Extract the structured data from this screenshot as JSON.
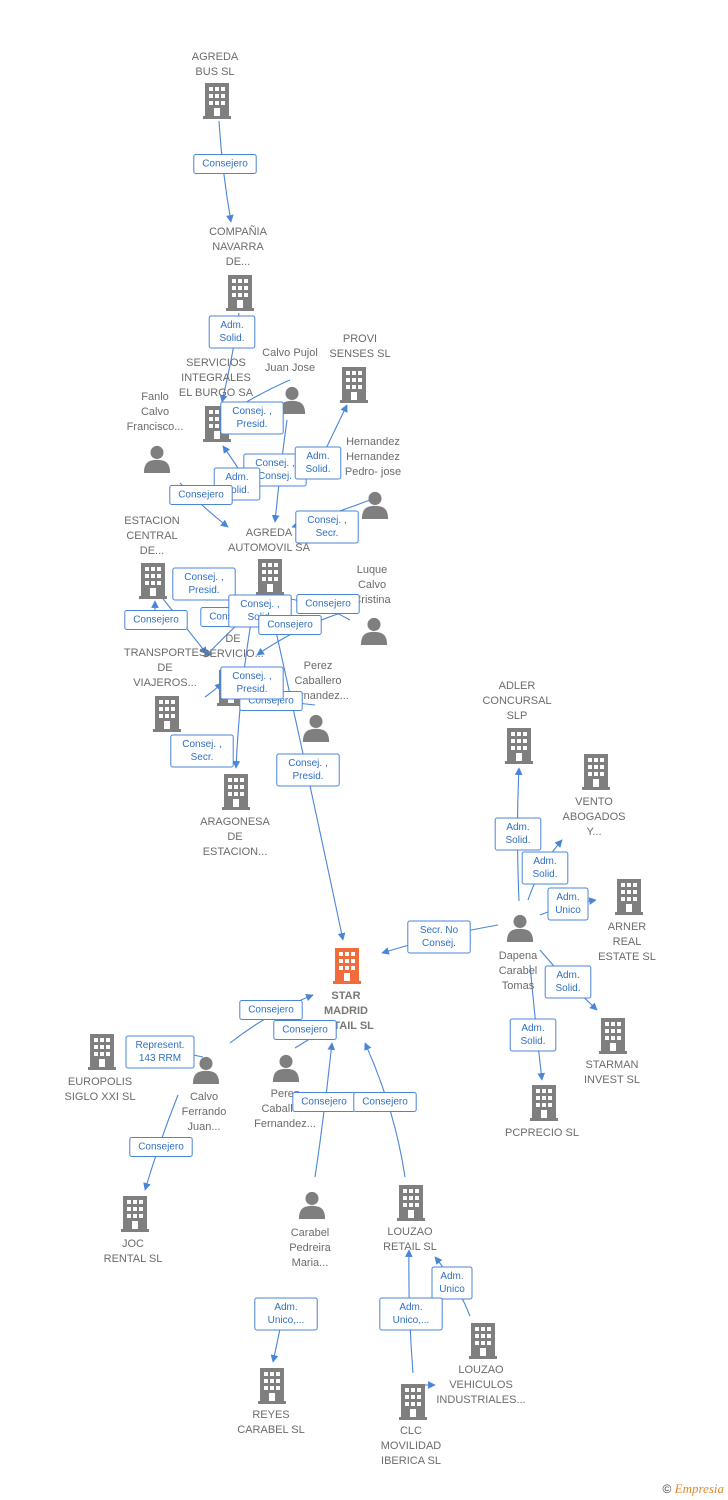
{
  "colors": {
    "edge": "#4a86d8",
    "node": "#7f7f7f",
    "center": "#f26b3a",
    "label_text": "#6b6b6b"
  },
  "nodes": [
    {
      "id": "agreda_bus",
      "type": "company",
      "lines": [
        "AGREDA",
        "BUS  SL"
      ]
    },
    {
      "id": "compania_navarra",
      "type": "company",
      "lines": [
        "COMPAÑIA",
        "NAVARRA",
        "DE..."
      ]
    },
    {
      "id": "servicios_integrales",
      "type": "company",
      "lines": [
        "SERVICIOS",
        "INTEGRALES",
        "EL BURGO SA"
      ]
    },
    {
      "id": "calvo_pujol",
      "type": "person",
      "lines": [
        "Calvo Pujol",
        "Juan Jose"
      ]
    },
    {
      "id": "provi_senses",
      "type": "company",
      "lines": [
        "PROVI",
        "SENSES  SL"
      ]
    },
    {
      "id": "fanlo_calvo",
      "type": "person",
      "lines": [
        "Fanlo",
        "Calvo",
        "Francisco..."
      ]
    },
    {
      "id": "hernandez",
      "type": "person",
      "lines": [
        "Hernandez",
        "Hernandez",
        "Pedro- jose"
      ]
    },
    {
      "id": "estacion_central",
      "type": "company",
      "lines": [
        "ESTACION",
        "CENTRAL",
        "DE..."
      ]
    },
    {
      "id": "agreda_automovil",
      "type": "company",
      "lines": [
        "AGREDA",
        "AUTOMOVIL SA"
      ]
    },
    {
      "id": "luque_calvo",
      "type": "person",
      "lines": [
        "Luque",
        "Calvo",
        "Cristina"
      ]
    },
    {
      "id": "de_servicio",
      "type": "company",
      "lines": [
        "DE",
        "SERVICIO..."
      ]
    },
    {
      "id": "transportes",
      "type": "company",
      "lines": [
        "TRANSPORTES",
        "DE",
        "VIAJEROS..."
      ]
    },
    {
      "id": "perez_caballero_top",
      "type": "person",
      "lines": [
        "Perez",
        "Caballero",
        "Fernandez..."
      ]
    },
    {
      "id": "aragonesa",
      "type": "company",
      "lines": [
        "ARAGONESA",
        "DE",
        "ESTACION..."
      ]
    },
    {
      "id": "adler",
      "type": "company",
      "lines": [
        "ADLER",
        "CONCURSAL",
        "SLP"
      ]
    },
    {
      "id": "vento",
      "type": "company",
      "lines": [
        "VENTO",
        "ABOGADOS",
        "Y..."
      ]
    },
    {
      "id": "arner",
      "type": "company",
      "lines": [
        "ARNER",
        "REAL",
        "ESTATE  SL"
      ]
    },
    {
      "id": "dapena",
      "type": "person",
      "lines": [
        "Dapena",
        "Carabel",
        "Tomas"
      ]
    },
    {
      "id": "star_madrid",
      "type": "center",
      "lines": [
        "STAR",
        "MADRID",
        "RETAIL  SL"
      ]
    },
    {
      "id": "starman",
      "type": "company",
      "lines": [
        "STARMAN",
        "INVEST  SL"
      ]
    },
    {
      "id": "europolis",
      "type": "company",
      "lines": [
        "EUROPOLIS",
        "SIGLO XXI  SL"
      ]
    },
    {
      "id": "calvo_ferrando",
      "type": "person",
      "lines": [
        "Calvo",
        "Ferrando",
        "Juan..."
      ]
    },
    {
      "id": "perez_caballero_bot",
      "type": "person",
      "lines": [
        "Perez",
        "Caballero",
        "Fernandez..."
      ]
    },
    {
      "id": "pcprecio",
      "type": "company",
      "lines": [
        "PCPRECIO  SL"
      ]
    },
    {
      "id": "joc_rental",
      "type": "company",
      "lines": [
        "JOC",
        "RENTAL  SL"
      ]
    },
    {
      "id": "carabel_pedreira",
      "type": "person",
      "lines": [
        "Carabel",
        "Pedreira",
        "Maria..."
      ]
    },
    {
      "id": "louzao_retail",
      "type": "company",
      "lines": [
        "LOUZAO",
        "RETAIL  SL"
      ]
    },
    {
      "id": "louzao_vehiculos",
      "type": "company",
      "lines": [
        "LOUZAO",
        "VEHICULOS",
        "INDUSTRIALES..."
      ]
    },
    {
      "id": "reyes_carabel",
      "type": "company",
      "lines": [
        "REYES",
        "CARABEL SL"
      ]
    },
    {
      "id": "clc_movilidad",
      "type": "company",
      "lines": [
        "CLC",
        "MOVILIDAD",
        "IBERICA  SL"
      ]
    }
  ],
  "edges": [
    {
      "from": "agreda_bus",
      "to": "compania_navarra",
      "lines": [
        "Consejero"
      ]
    },
    {
      "from": "compania_navarra",
      "to": "servicios_integrales",
      "lines": [
        "Adm.",
        "Solid."
      ]
    },
    {
      "from": "calvo_pujol",
      "to": "servicios_integrales",
      "lines": [
        "Consej. ,",
        "Presid."
      ]
    },
    {
      "from": "calvo_pujol",
      "to": "agreda_automovil",
      "lines": [
        "Consej. ,",
        "Consej."
      ]
    },
    {
      "from": "hernandez",
      "to": "provi_senses",
      "lines": [
        "Adm.",
        "Solid."
      ]
    },
    {
      "from": "calvo_pujol",
      "to": "servicios_integrales",
      "lines": [
        "Adm.",
        "Solid."
      ]
    },
    {
      "from": "fanlo_calvo",
      "to": "agreda_automovil",
      "lines": [
        "Consejero"
      ]
    },
    {
      "from": "hernandez",
      "to": "agreda_automovil",
      "lines": [
        "Consej. ,",
        "Secr."
      ]
    },
    {
      "from": "estacion_central",
      "to": "de_servicio",
      "lines": [
        "Consej. ,",
        "Presid."
      ]
    },
    {
      "from": "transportes",
      "to": "estacion_central",
      "lines": [
        "Consejero"
      ]
    },
    {
      "from": "luque_calvo",
      "to": "agreda_automovil",
      "lines": [
        "Consejero"
      ]
    },
    {
      "from": "agreda_automovil",
      "to": "de_servicio",
      "lines": [
        "Consejero"
      ]
    },
    {
      "from": "luque_calvo",
      "to": "de_servicio",
      "lines": [
        "Consej. ,",
        "Solid."
      ]
    },
    {
      "from": "perez_caballero_top",
      "to": "de_servicio",
      "lines": [
        "Consejero"
      ]
    },
    {
      "from": "transportes",
      "to": "de_servicio",
      "lines": [
        "Consej. ,",
        "Presid."
      ]
    },
    {
      "from": "perez_caballero_top",
      "to": "transportes",
      "lines": [
        "Consejero"
      ]
    },
    {
      "from": "agreda_automovil",
      "to": "aragonesa",
      "lines": [
        "Consej. ,",
        "Secr."
      ]
    },
    {
      "from": "agreda_automovil",
      "to": "star_madrid",
      "lines": [
        "Consej. ,",
        "Presid."
      ]
    },
    {
      "from": "dapena",
      "to": "adler",
      "lines": [
        "Adm.",
        "Solid."
      ]
    },
    {
      "from": "dapena",
      "to": "vento",
      "lines": [
        "Adm.",
        "Solid."
      ]
    },
    {
      "from": "dapena",
      "to": "arner",
      "lines": [
        "Adm.",
        "Unico"
      ]
    },
    {
      "from": "dapena",
      "to": "star_madrid",
      "lines": [
        "Secr.  No",
        "Consej."
      ]
    },
    {
      "from": "dapena",
      "to": "starman",
      "lines": [
        "Adm.",
        "Solid."
      ]
    },
    {
      "from": "dapena",
      "to": "pcprecio",
      "lines": [
        "Adm.",
        "Solid."
      ]
    },
    {
      "from": "calvo_ferrando",
      "to": "star_madrid",
      "lines": [
        "Consejero"
      ]
    },
    {
      "from": "calvo_ferrando",
      "to": "europolis",
      "lines": [
        "Represent.",
        "143 RRM"
      ]
    },
    {
      "from": "perez_caballero_bot",
      "to": "star_madrid",
      "lines": [
        "Consejero"
      ]
    },
    {
      "from": "calvo_ferrando",
      "to": "joc_rental",
      "lines": [
        "Consejero"
      ]
    },
    {
      "from": "carabel_pedreira",
      "to": "star_madrid",
      "lines": [
        "Consejero"
      ]
    },
    {
      "from": "louzao_retail",
      "to": "star_madrid",
      "lines": [
        "Consejero"
      ]
    },
    {
      "from": "louzao_vehiculos",
      "to": "louzao_retail",
      "lines": [
        "Adm.",
        "Unico"
      ]
    },
    {
      "from": "carabel_pedreira",
      "to": "reyes_carabel",
      "lines": [
        "Adm.",
        "Unico,..."
      ]
    },
    {
      "from": "clc_movilidad",
      "to": "louzao_retail",
      "lines": [
        "Adm.",
        "Unico,..."
      ]
    },
    {
      "from": "clc_movilidad",
      "to": "louzao_vehiculos",
      "lines": []
    }
  ],
  "footer": {
    "copyright": "©",
    "brand": "Empresia"
  }
}
